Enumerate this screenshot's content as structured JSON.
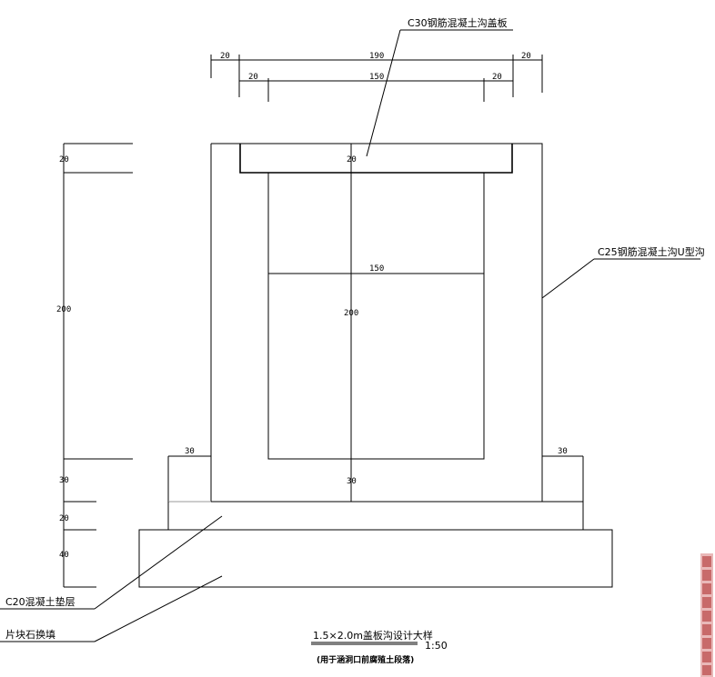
{
  "labels": {
    "cover_plate": "C30钢筋混凝土沟盖板",
    "u_channel": "C25钢筋混凝土沟U型沟",
    "cushion": "C20混凝土垫层",
    "rubble": "片块石换填"
  },
  "title": {
    "main": "1.5×2.0m盖板沟设计大样",
    "scale": "1:50",
    "subtitle": "(用于涵洞口前腐殖土段落)"
  },
  "dims": {
    "top_left_20": "20",
    "top_190": "190",
    "top_right_20": "20",
    "second_left_20": "20",
    "second_150": "150",
    "second_right_20": "20",
    "cover_20": "20",
    "inner_width_150": "150",
    "inner_height_200": "200",
    "bottom_30": "30",
    "left_wing_30": "30",
    "right_wing_30": "30",
    "left_20": "20",
    "left_200": "200",
    "left_30": "30",
    "left_20b": "20",
    "left_40": "40"
  }
}
